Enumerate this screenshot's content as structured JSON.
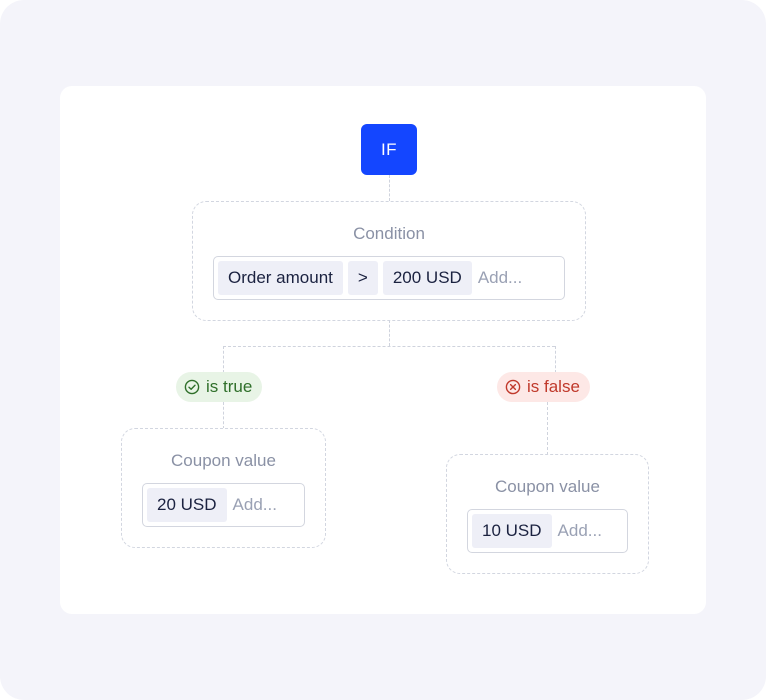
{
  "if_node": {
    "label": "IF"
  },
  "condition": {
    "title": "Condition",
    "chips": [
      "Order amount",
      ">",
      "200 USD"
    ],
    "add_placeholder": "Add..."
  },
  "branches": {
    "true": {
      "label": "is true",
      "icon": "check-circle-icon",
      "color": "#2f6f2a",
      "background": "#e8f4e6",
      "box_title": "Coupon value",
      "chip": "20 USD",
      "add_placeholder": "Add..."
    },
    "false": {
      "label": "is false",
      "icon": "x-circle-icon",
      "color": "#c0392b",
      "background": "#fde8e6",
      "box_title": "Coupon value",
      "chip": "10 USD",
      "add_placeholder": "Add..."
    }
  },
  "colors": {
    "accent": "#1446ff",
    "background": "#f4f4fa"
  }
}
